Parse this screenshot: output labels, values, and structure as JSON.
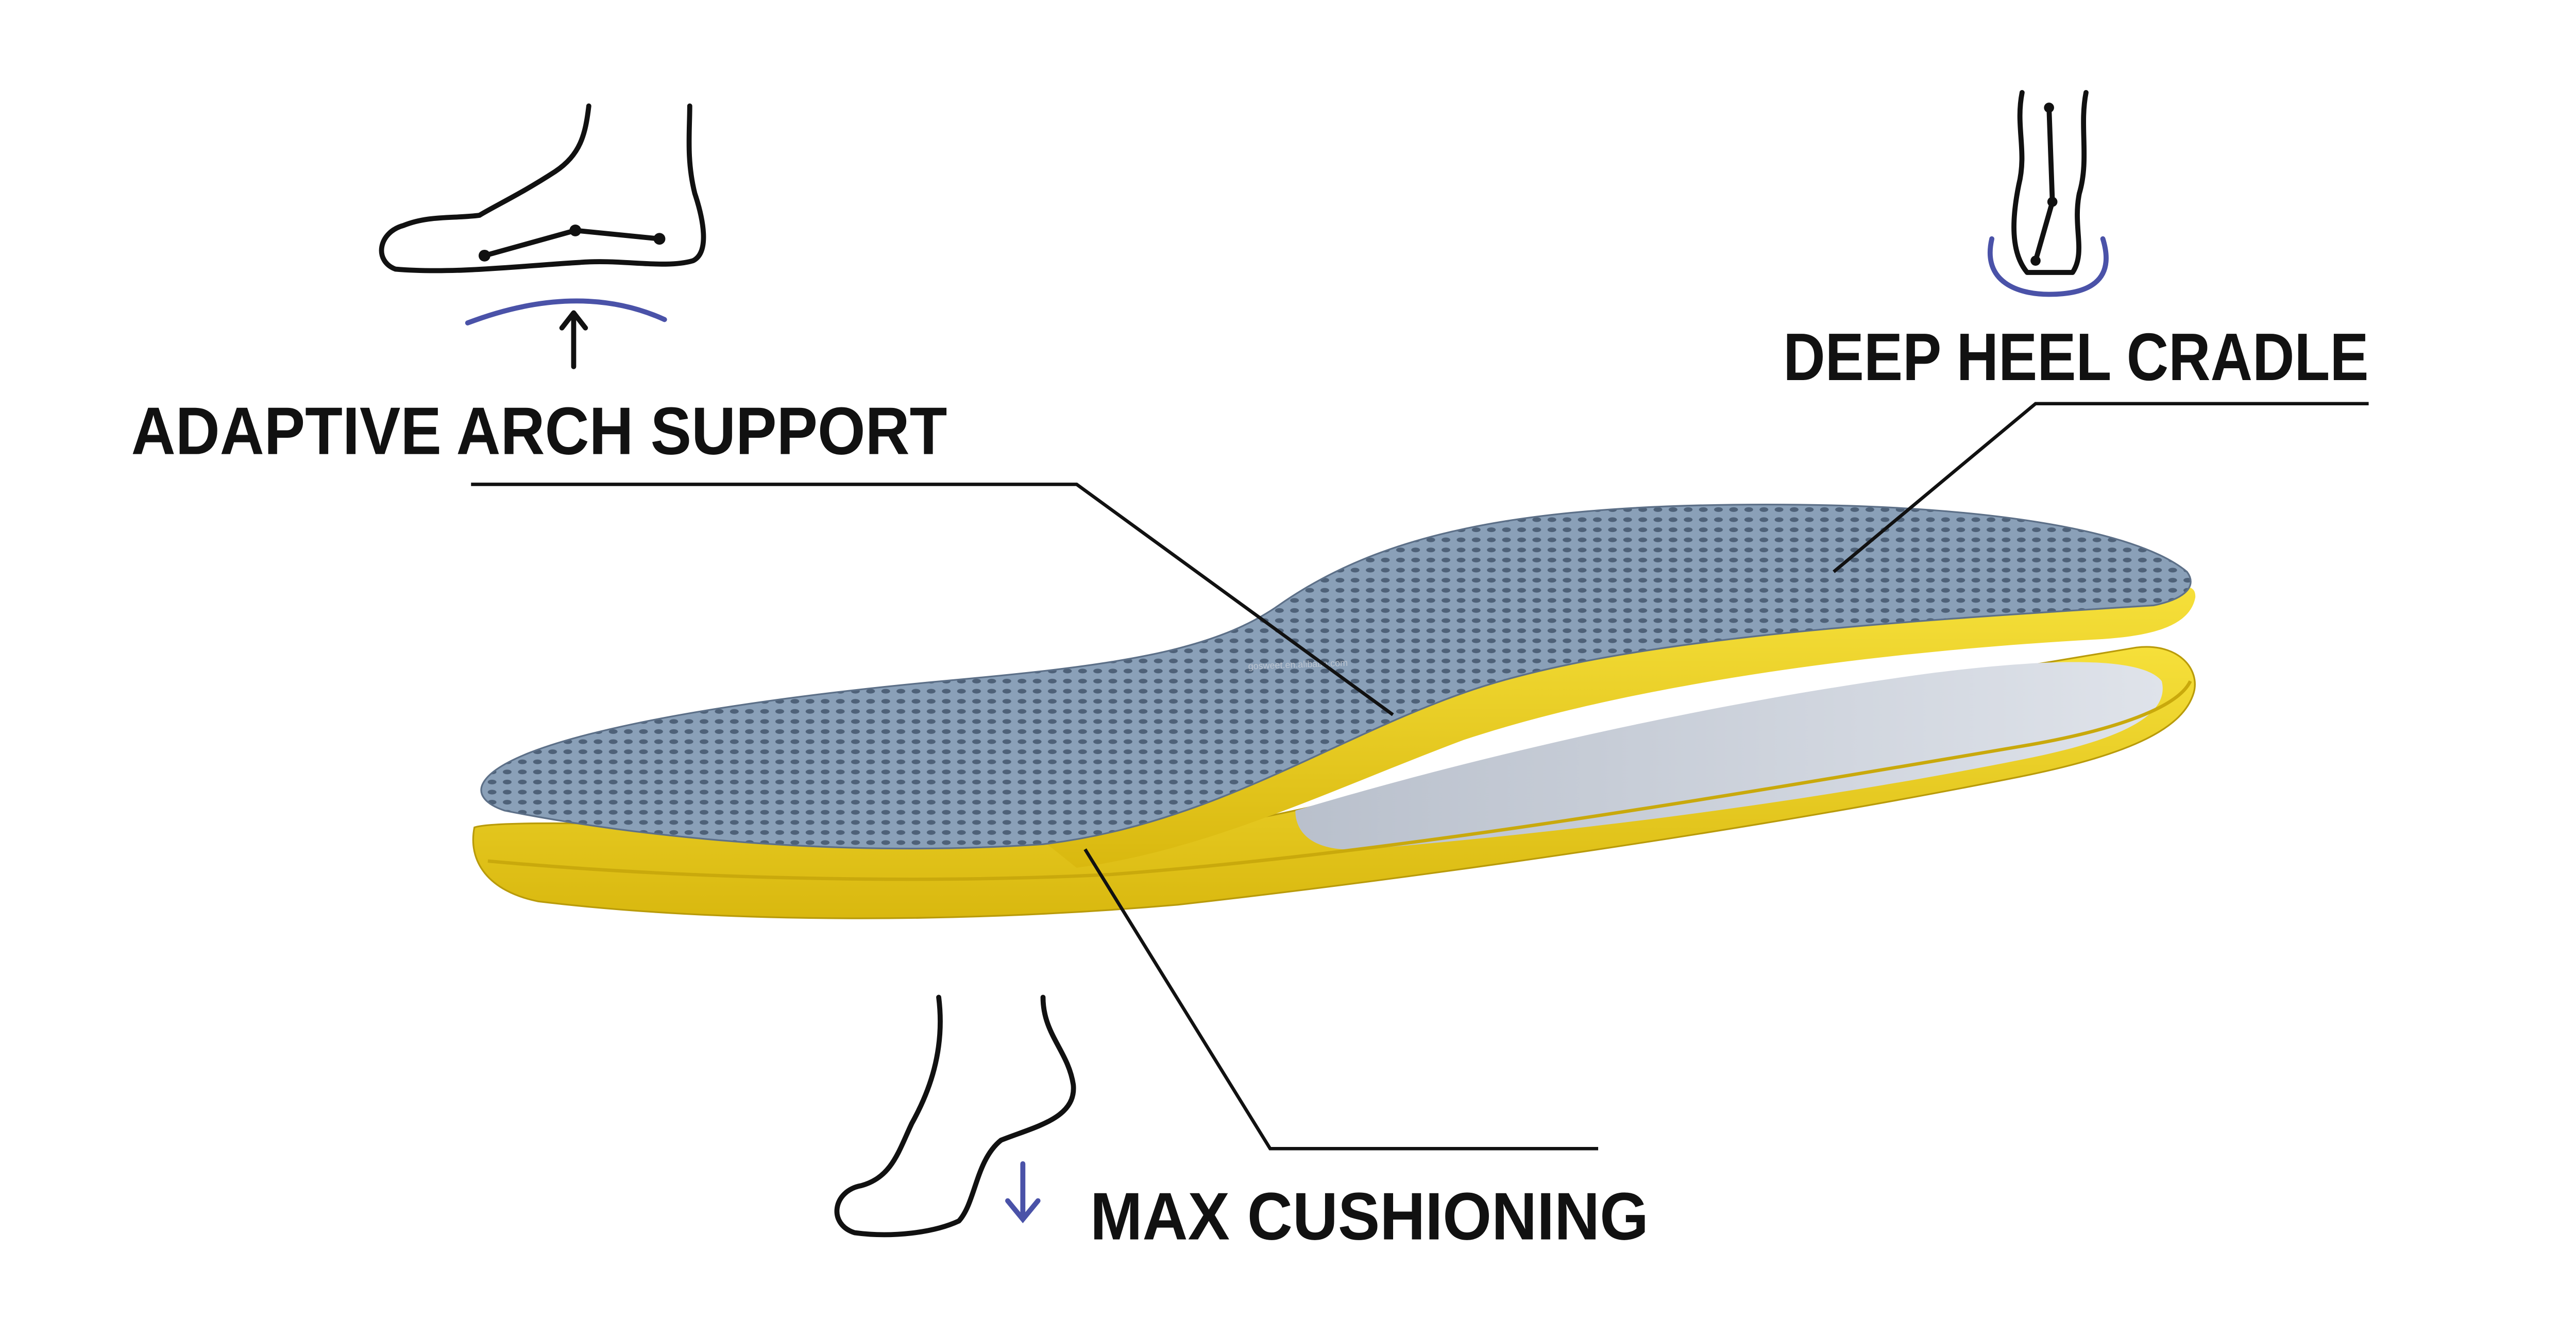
{
  "features": {
    "arch": {
      "label": "ADAPTIVE ARCH SUPPORT",
      "icon": "foot-arch-icon"
    },
    "heel": {
      "label": "DEEP HEEL CRADLE",
      "icon": "heel-cradle-icon"
    },
    "cushion": {
      "label": "MAX CUSHIONING",
      "icon": "foot-cushion-icon"
    }
  },
  "watermark": "gosweet.en.alibaba.com",
  "colors": {
    "mesh": "#7f95ad",
    "foam": "#f2d51c",
    "accent": "#4a52a8",
    "text": "#111111"
  }
}
